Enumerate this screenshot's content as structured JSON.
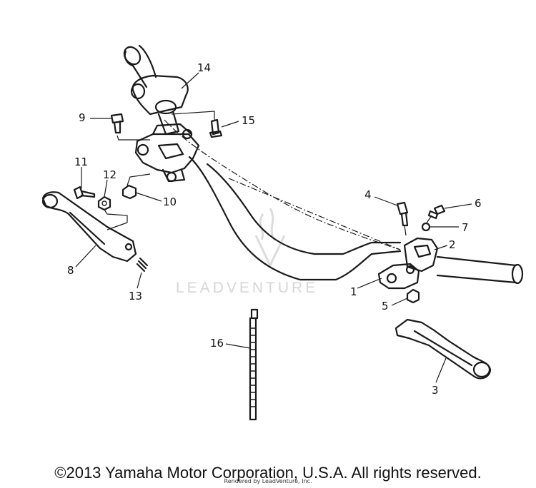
{
  "diagram": {
    "callouts": [
      {
        "id": "1",
        "label": "1"
      },
      {
        "id": "2",
        "label": "2"
      },
      {
        "id": "3",
        "label": "3"
      },
      {
        "id": "4",
        "label": "4"
      },
      {
        "id": "5",
        "label": "5"
      },
      {
        "id": "6",
        "label": "6"
      },
      {
        "id": "7",
        "label": "7"
      },
      {
        "id": "8",
        "label": "8"
      },
      {
        "id": "9",
        "label": "9"
      },
      {
        "id": "10",
        "label": "10"
      },
      {
        "id": "11",
        "label": "11"
      },
      {
        "id": "12",
        "label": "12"
      },
      {
        "id": "13",
        "label": "13"
      },
      {
        "id": "14",
        "label": "14"
      },
      {
        "id": "15",
        "label": "15"
      },
      {
        "id": "16",
        "label": "16"
      }
    ],
    "watermark": "LEADVENTURE",
    "copyright": "©2013 Yamaha Motor Corporation, U.S.A. All rights reserved.",
    "rendered_by": "Rendered by LeadVenture, Inc."
  }
}
